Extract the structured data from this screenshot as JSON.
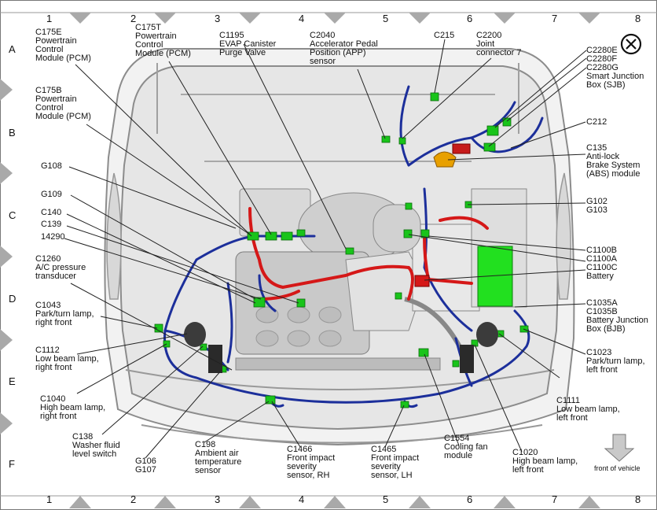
{
  "grid": {
    "cols": [
      "1",
      "2",
      "3",
      "4",
      "5",
      "6",
      "7",
      "8"
    ],
    "rows": [
      "A",
      "B",
      "C",
      "D",
      "E",
      "F"
    ]
  },
  "labels": {
    "c175e": "C175E\nPowertrain\nControl\nModule (PCM)",
    "c175t": "C175T\nPowertrain\nControl\nModule (PCM)",
    "c1195": "C1195\nEVAP Canister\nPurge Valve",
    "c2040": "C2040\nAccelerator Pedal\nPosition (APP)\nsensor",
    "c215": "C215",
    "c2200": "C2200\nJoint\nconnector 7",
    "c2280": "C2280E\nC2280F\nC2280G\nSmart Junction\nBox (SJB)",
    "c175b": "C175B\nPowertrain\nControl\nModule (PCM)",
    "c212": "C212",
    "g108": "G108",
    "c135": "C135\nAnti-lock\nBrake System\n(ABS) module",
    "g109": "G109",
    "c140": "C140",
    "c139": "C139",
    "n14290": "14290",
    "g102": "G102\nG103",
    "c1260": "C1260\nA/C pressure\ntransducer",
    "c1100": "C1100B\nC1100A\nC1100C\nBattery",
    "c1043": "C1043\nPark/turn lamp,\nright front",
    "c1035": "C1035A\nC1035B\nBattery Junction\nBox (BJB)",
    "c1112": "C1112\nLow beam lamp,\nright front",
    "c1023": "C1023\nPark/turn lamp,\nleft front",
    "c1040": "C1040\nHigh beam lamp,\nright front",
    "c1111": "C1111\nLow beam lamp,\nleft front",
    "c138": "C138\nWasher fluid\nlevel switch",
    "g106": "G106\nG107",
    "c198": "C198\nAmbient air\ntemperature\nsensor",
    "c1466": "C1466\nFront impact\nseverity\nsensor, RH",
    "c1465": "C1465\nFront impact\nseverity\nsensor, LH",
    "c1554": "C1554\nCooling fan\nmodule",
    "c1020": "C1020\nHigh beam lamp,\nleft front",
    "front": "front of vehicle"
  },
  "icons": {
    "close": "close-circle-icon",
    "arrow": "arrow-down-icon"
  },
  "colors": {
    "wire_blue": "#1c2f9b",
    "wire_red": "#d51818",
    "connector": "#19c41a",
    "battery": "#22e01f",
    "frame": "#b7b7b7"
  }
}
